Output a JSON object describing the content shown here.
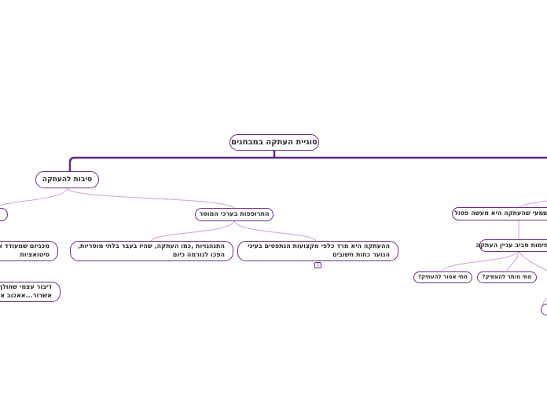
{
  "nodes": {
    "root": "סוגיית העתקה במבחנים",
    "reasons": "סיבות להעתקה",
    "values": "התרופפות בערכי המוסר",
    "rebellion_l1": "ההעתקה היא מרד כלפי מקצועות הנתפסים בעיני",
    "rebellion_l2": "הנוער כחות חשובים",
    "behavior_l1": "התנהגויות ,כמו העתקה, שהיו בעבר בלתי מוסריות,",
    "behavior_l2": "הפכו לנורמה כיום",
    "mechanisms_l1": "מכניזם שמעודד א",
    "mechanisms_l2": "סיטואציות",
    "selftalk_l1": "דיבור עצמי שחולף ב",
    "selftalk_l2": "אשרור...אאכוב את ה",
    "meaning": "משמעי שהעתקה היא מעשה פסול",
    "positions": "עמימות סביב עניין העתקה",
    "allowed": "מתי מותר להעתיק?",
    "forbidden": "מתי אסור להעתיק?",
    "badge": "1"
  },
  "colors": {
    "trunk": "#5e2a7e",
    "branch": "#c8a2d6",
    "border": "#6b2d86"
  }
}
